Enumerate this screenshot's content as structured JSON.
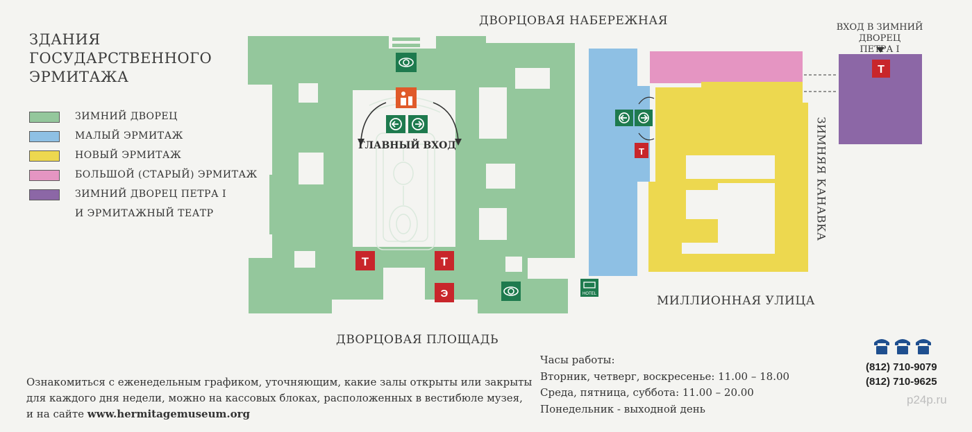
{
  "legend": {
    "title": "ЗДАНИЯ\nГОСУДАРСТВЕННОГО\nЭРМИТАЖА",
    "items": [
      {
        "label": "ЗИМНИЙ ДВОРЕЦ",
        "color": "#94c79c"
      },
      {
        "label": "МАЛЫЙ ЭРМИТАЖ",
        "color": "#8ec0e4"
      },
      {
        "label": "НОВЫЙ ЭРМИТАЖ",
        "color": "#edd84f"
      },
      {
        "label": "БОЛЬШОЙ (СТАРЫЙ) ЭРМИТАЖ",
        "color": "#e595c2"
      },
      {
        "label": "ЗИМНИЙ ДВОРЕЦ ПЕТРА I",
        "color": "#8c67a6"
      },
      {
        "label": "И ЭРМИТАЖНЫЙ ТЕАТР",
        "color": ""
      }
    ]
  },
  "streets": {
    "embankment": "ДВОРЦОВАЯ НАБЕРЕЖНАЯ",
    "square": "ДВОРЦОВАЯ ПЛОЩАДЬ",
    "millionnaya": "МИЛЛИОННАЯ УЛИЦА",
    "winter_canal": "ЗИМНЯЯ КАНАВКА"
  },
  "map": {
    "main_entrance": "ГЛАВНЫЙ ВХОД",
    "peter_entrance": "ВХОД В ЗИМНИЙ ДВОРЕЦ\nПЕТРА I",
    "toilet_letter": "Т",
    "escalator_letter": "Э",
    "hotel_label": "HOTEL",
    "symbol_green": "#1e7a4e",
    "symbol_red": "#c8262b",
    "symbol_orange": "#e05a2a"
  },
  "notice": {
    "line1": "Ознакомиться с еженедельным графиком, уточняющим, какие залы открыты или закрыты",
    "line2": "для каждого дня недели, можно на кассовых блоках, расположенных в вестибюле музея,",
    "line3_prefix": "и на сайте ",
    "url": "www.hermitagemuseum.org"
  },
  "hours": {
    "title": "Часы работы:",
    "lines": [
      "Вторник, четверг, воскресенье: 11.00 – 18.00",
      "Среда, пятница, суббота:  11.00 – 20.00",
      "Понедельник - выходной день"
    ]
  },
  "phones": [
    "(812) 710-9079",
    "(812) 710-9625"
  ],
  "watermark": "p24p.ru"
}
